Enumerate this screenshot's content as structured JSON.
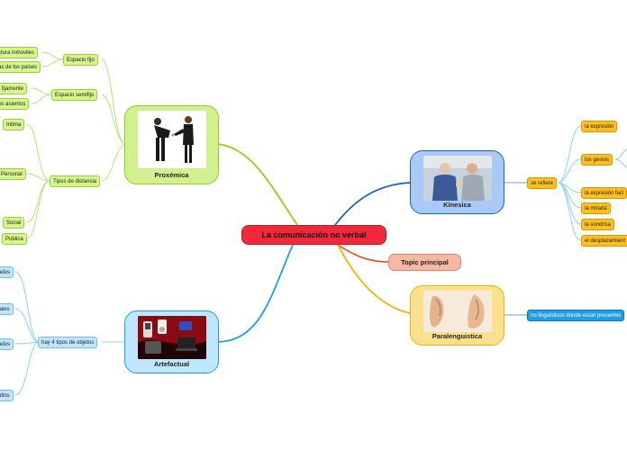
{
  "central": "La comunicación no verbal",
  "topic": "Topic principal",
  "proxemica": {
    "title": "Proxémica",
    "espacio_fijo": "Espacio fijo",
    "fijo_items": [
      "ctura inmoviles",
      "as de los paises"
    ],
    "espacio_semifijo": "Espacio semifijo",
    "semifijo_items": [
      "r fijamente",
      "os asientos"
    ],
    "tipos_distancia": "Tipos de distancia",
    "distancias": [
      "Intima",
      "Personal",
      "Social",
      "Publica"
    ]
  },
  "artefactual": {
    "title": "Artefactual",
    "objetos": "hay 4 tipos de objetos",
    "items": [
      "ados",
      "tales",
      "ados",
      "ultos"
    ]
  },
  "kinesica": {
    "title": "Kinesica",
    "se_refiere": "se refiere",
    "items": [
      "la expresión",
      "los gestos",
      "la expresión faci",
      "la mirada",
      "la sondrisa",
      "el desplazamient"
    ]
  },
  "paralenguistica": {
    "title": "Paralenguistica",
    "note": "no linguisticos donde estan presentes"
  },
  "colors": {
    "proxemica": "#8fcf1e",
    "artefactual": "#1aa0e0",
    "kinesica": "#1f5fc0",
    "paralenguistica": "#f3b200",
    "topic": "#e8461e",
    "central": "#f0283c"
  }
}
